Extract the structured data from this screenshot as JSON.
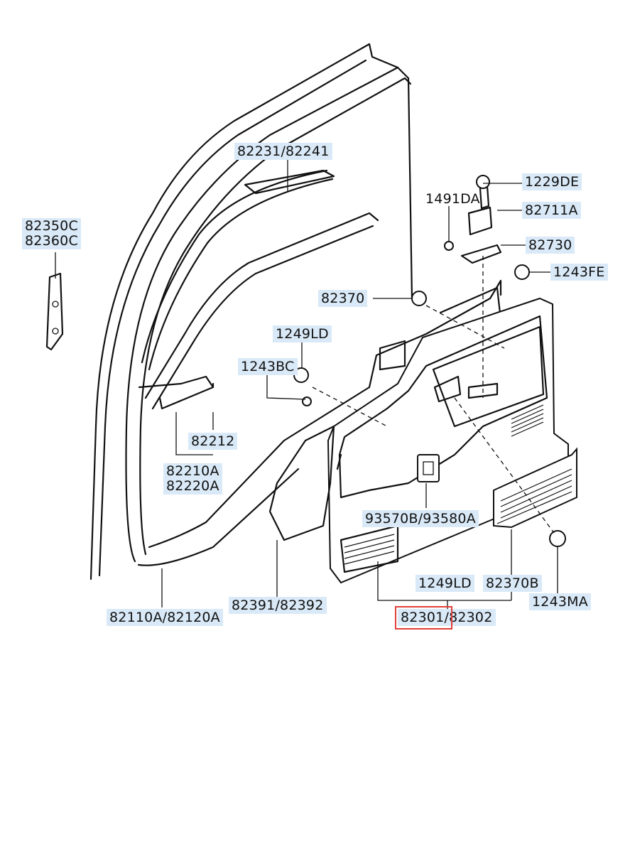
{
  "diagram": {
    "labels": {
      "door_frame": "82231/82241",
      "garnish_1": "82350C",
      "garnish_2": "82360C",
      "screw_top": "1229DE",
      "grommet": "1491DA",
      "handle_bezel": "82711A",
      "bracket": "82730",
      "screw_fe": "1243FE",
      "clip_82370": "82370",
      "screw_1249": "1249LD",
      "screw_bc": "1243BC",
      "seal_82212": "82212",
      "weatherstrip_1": "82210A",
      "weatherstrip_2": "82220A",
      "switch_panel": "93570B/93580A",
      "screw_1249_lower": "1249LD",
      "clip_82370b": "82370B",
      "screw_ma": "1243MA",
      "door_assy": "82110A/82120A",
      "vinyl_sheet": "82391/82392",
      "trim_left": "82301",
      "trim_right": "82302"
    },
    "selected_part": "82301"
  }
}
